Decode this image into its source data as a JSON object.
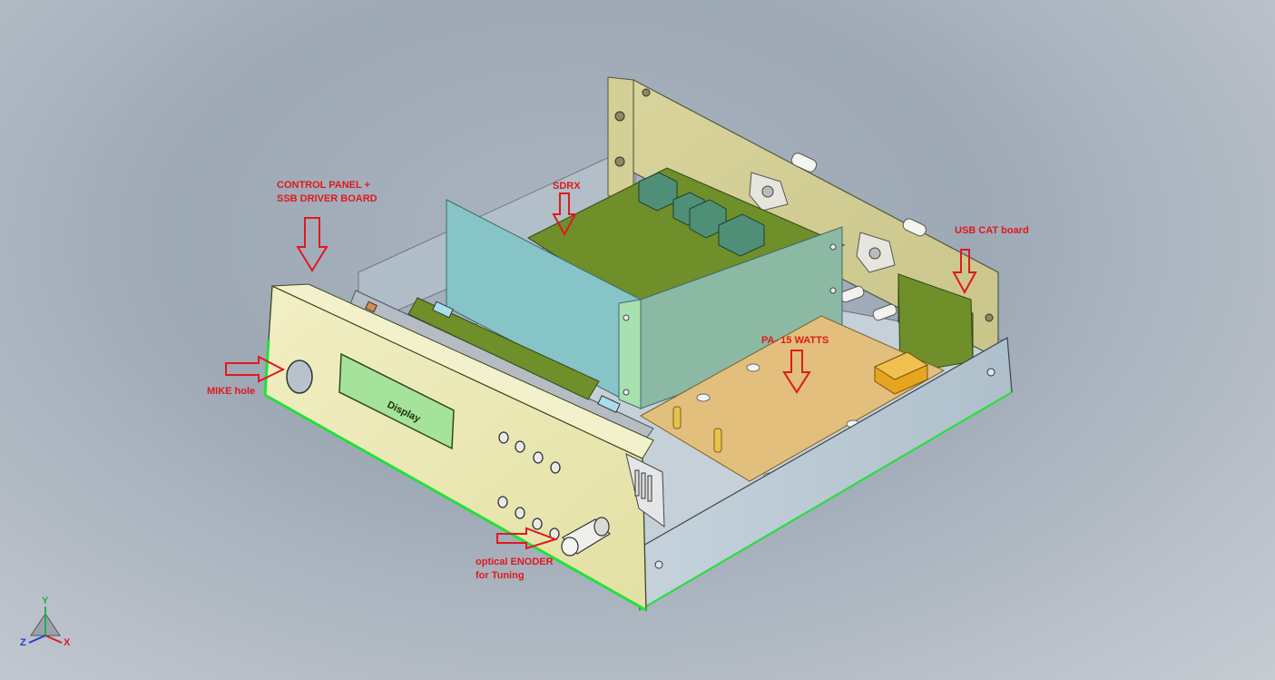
{
  "labels": {
    "control_panel": [
      "CONTROL PANEL +",
      "SSB DRIVER BOARD"
    ],
    "sdrx": "SDRX",
    "usb_cat": "USB CAT board",
    "pa": "PA- 15 WATTS",
    "mike": "MIKE hole",
    "encoder": [
      "optical ENODER",
      "for Tuning"
    ]
  },
  "display_text": "Display",
  "triad": {
    "x": "X",
    "y": "Y",
    "z": "Z"
  },
  "colors": {
    "label": "#e0191e",
    "panel": "#eae8b0",
    "edge_green": "#22e03a",
    "pcb_green": "#6f8f2a",
    "shield": "#86c4c8",
    "pa_board": "#e2bf7c"
  }
}
